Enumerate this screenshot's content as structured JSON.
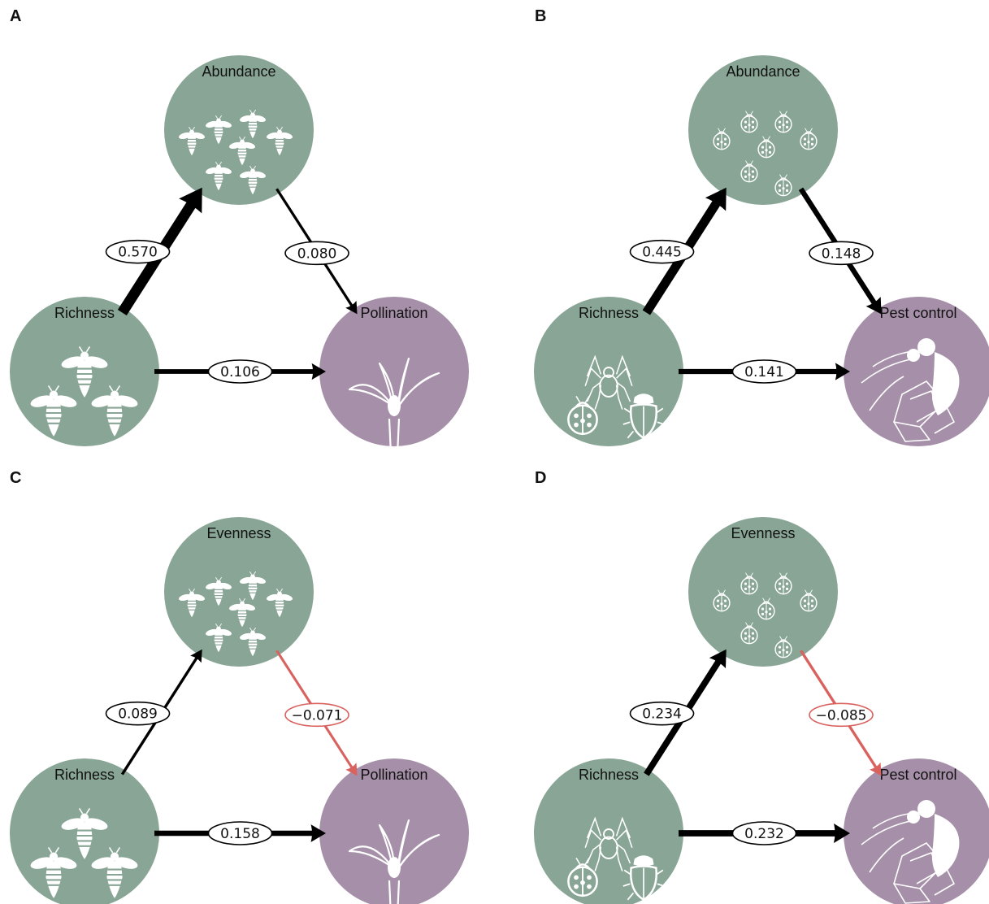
{
  "colors": {
    "node_green": "#88a596",
    "node_purple": "#a68fa8",
    "positive": "#000000",
    "negative": "#d9625f",
    "icon": "#ffffff"
  },
  "panels": [
    {
      "letter": "A",
      "nodes": [
        {
          "id": "top",
          "label": "Abundance",
          "icon": "bee-swarm-icon"
        },
        {
          "id": "left",
          "label": "Richness",
          "icon": "three-bees-icon"
        },
        {
          "id": "right",
          "label": "Pollination",
          "icon": "flower-icon"
        }
      ],
      "edges": [
        {
          "from": "left",
          "to": "top",
          "value": 0.57,
          "label": "0.570",
          "sign": "positive"
        },
        {
          "from": "top",
          "to": "right",
          "value": 0.08,
          "label": "0.080",
          "sign": "positive"
        },
        {
          "from": "left",
          "to": "right",
          "value": 0.106,
          "label": "0.106",
          "sign": "positive"
        }
      ]
    },
    {
      "letter": "B",
      "nodes": [
        {
          "id": "top",
          "label": "Abundance",
          "icon": "ladybug-swarm-icon"
        },
        {
          "id": "left",
          "label": "Richness",
          "icon": "ladybug-spider-beetle-icon"
        },
        {
          "id": "right",
          "label": "Pest control",
          "icon": "aphid-icon"
        }
      ],
      "edges": [
        {
          "from": "left",
          "to": "top",
          "value": 0.445,
          "label": "0.445",
          "sign": "positive"
        },
        {
          "from": "top",
          "to": "right",
          "value": 0.148,
          "label": "0.148",
          "sign": "positive"
        },
        {
          "from": "left",
          "to": "right",
          "value": 0.141,
          "label": "0.141",
          "sign": "positive"
        }
      ]
    },
    {
      "letter": "C",
      "nodes": [
        {
          "id": "top",
          "label": "Evenness",
          "icon": "bee-swarm-icon"
        },
        {
          "id": "left",
          "label": "Richness",
          "icon": "three-bees-icon"
        },
        {
          "id": "right",
          "label": "Pollination",
          "icon": "flower-icon"
        }
      ],
      "edges": [
        {
          "from": "left",
          "to": "top",
          "value": 0.089,
          "label": "0.089",
          "sign": "positive"
        },
        {
          "from": "top",
          "to": "right",
          "value": -0.071,
          "label": "−0.071",
          "sign": "negative"
        },
        {
          "from": "left",
          "to": "right",
          "value": 0.158,
          "label": "0.158",
          "sign": "positive"
        }
      ]
    },
    {
      "letter": "D",
      "nodes": [
        {
          "id": "top",
          "label": "Evenness",
          "icon": "ladybug-swarm-icon"
        },
        {
          "id": "left",
          "label": "Richness",
          "icon": "ladybug-spider-beetle-icon"
        },
        {
          "id": "right",
          "label": "Pest control",
          "icon": "aphid-icon"
        }
      ],
      "edges": [
        {
          "from": "left",
          "to": "top",
          "value": 0.234,
          "label": "0.234",
          "sign": "positive"
        },
        {
          "from": "top",
          "to": "right",
          "value": -0.085,
          "label": "−0.085",
          "sign": "negative"
        },
        {
          "from": "left",
          "to": "right",
          "value": 0.232,
          "label": "0.232",
          "sign": "positive"
        }
      ]
    }
  ]
}
